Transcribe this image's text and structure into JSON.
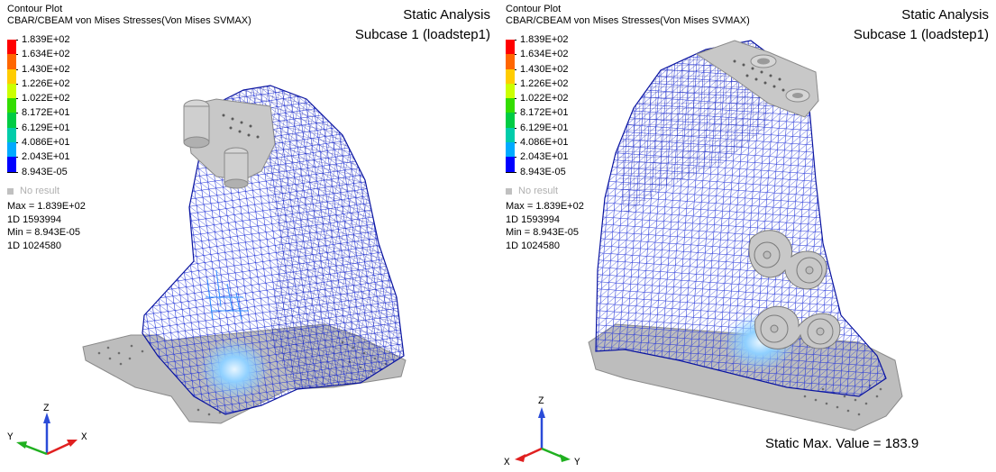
{
  "viewports": [
    {
      "id": "left",
      "plot_title": "Contour Plot",
      "plot_subtitle": "CBAR/CBEAM von Mises Stresses(Von Mises SVMAX)",
      "analysis_title": "Static Analysis",
      "subcase": "Subcase 1 (loadstep1)",
      "legend": [
        "1.839E+02",
        "1.634E+02",
        "1.430E+02",
        "1.226E+02",
        "1.022E+02",
        "8.172E+01",
        "6.129E+01",
        "4.086E+01",
        "2.043E+01",
        "8.943E-05"
      ],
      "legend_colors": [
        "#ff0000",
        "#ff6600",
        "#ffcc00",
        "#ccff00",
        "#33dd00",
        "#00cc44",
        "#00ccaa",
        "#00aaff",
        "#0000ff"
      ],
      "no_result": "No result",
      "max_label": "Max = 1.839E+02",
      "max_id": "1D 1593994",
      "min_label": "Min = 8.943E-05",
      "min_id": "1D 1024580",
      "triad": {
        "vertical": "Z",
        "left": "Y",
        "right": "X"
      }
    },
    {
      "id": "right",
      "plot_title": "Contour Plot",
      "plot_subtitle": "CBAR/CBEAM von Mises Stresses(Von Mises SVMAX)",
      "analysis_title": "Static Analysis",
      "subcase": "Subcase 1 (loadstep1)",
      "legend": [
        "1.839E+02",
        "1.634E+02",
        "1.430E+02",
        "1.226E+02",
        "1.022E+02",
        "8.172E+01",
        "6.129E+01",
        "4.086E+01",
        "2.043E+01",
        "8.943E-05"
      ],
      "legend_colors": [
        "#ff0000",
        "#ff6600",
        "#ffcc00",
        "#ccff00",
        "#33dd00",
        "#00cc44",
        "#00ccaa",
        "#00aaff",
        "#0000ff"
      ],
      "no_result": "No result",
      "max_label": "Max = 1.839E+02",
      "max_id": "1D 1593994",
      "min_label": "Min = 8.943E-05",
      "min_id": "1D 1024580",
      "triad": {
        "vertical": "Z",
        "left": "X",
        "right": "Y"
      },
      "static_max": "Static Max. Value =  183.9"
    }
  ],
  "colors": {
    "mesh": "#1a2bd6",
    "mesh_dark": "#0a14a0",
    "mesh_light": "#5fb4ff",
    "plate": "#bdbdbd",
    "plate_dark": "#8a8a8a",
    "triad_z": "#2a4bd8",
    "triad_x": "#e02020",
    "triad_y": "#20b020"
  }
}
